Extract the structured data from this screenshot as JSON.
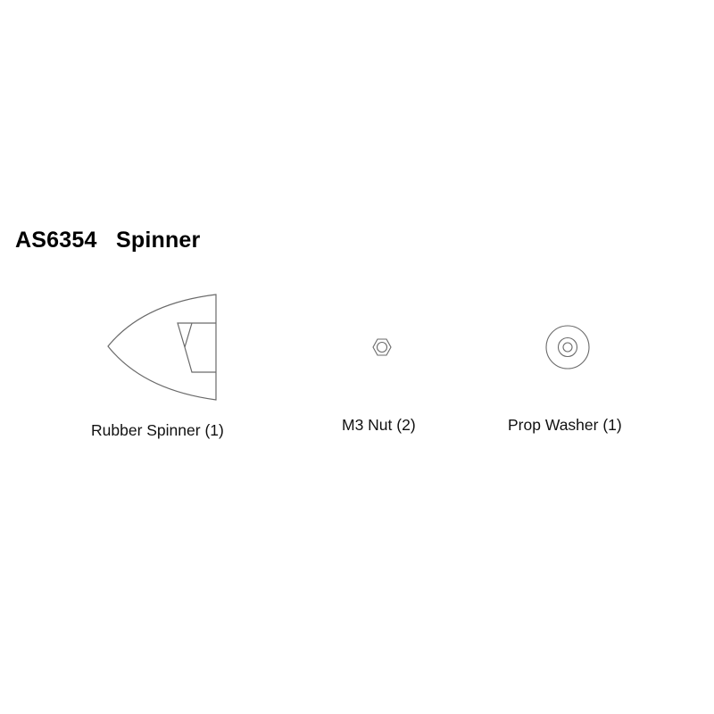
{
  "header": {
    "part_number": "AS6354",
    "part_name": "Spinner",
    "title": "AS6354   Spinner"
  },
  "parts": [
    {
      "label": "Rubber Spinner (1)",
      "icon": "spinner-cone-icon"
    },
    {
      "label": "M3 Nut (2)",
      "icon": "hex-nut-icon"
    },
    {
      "label": "Prop Washer (1)",
      "icon": "washer-icon"
    }
  ],
  "colors": {
    "line": "#6a6a6a",
    "background": "#ffffff",
    "text": "#000000"
  }
}
